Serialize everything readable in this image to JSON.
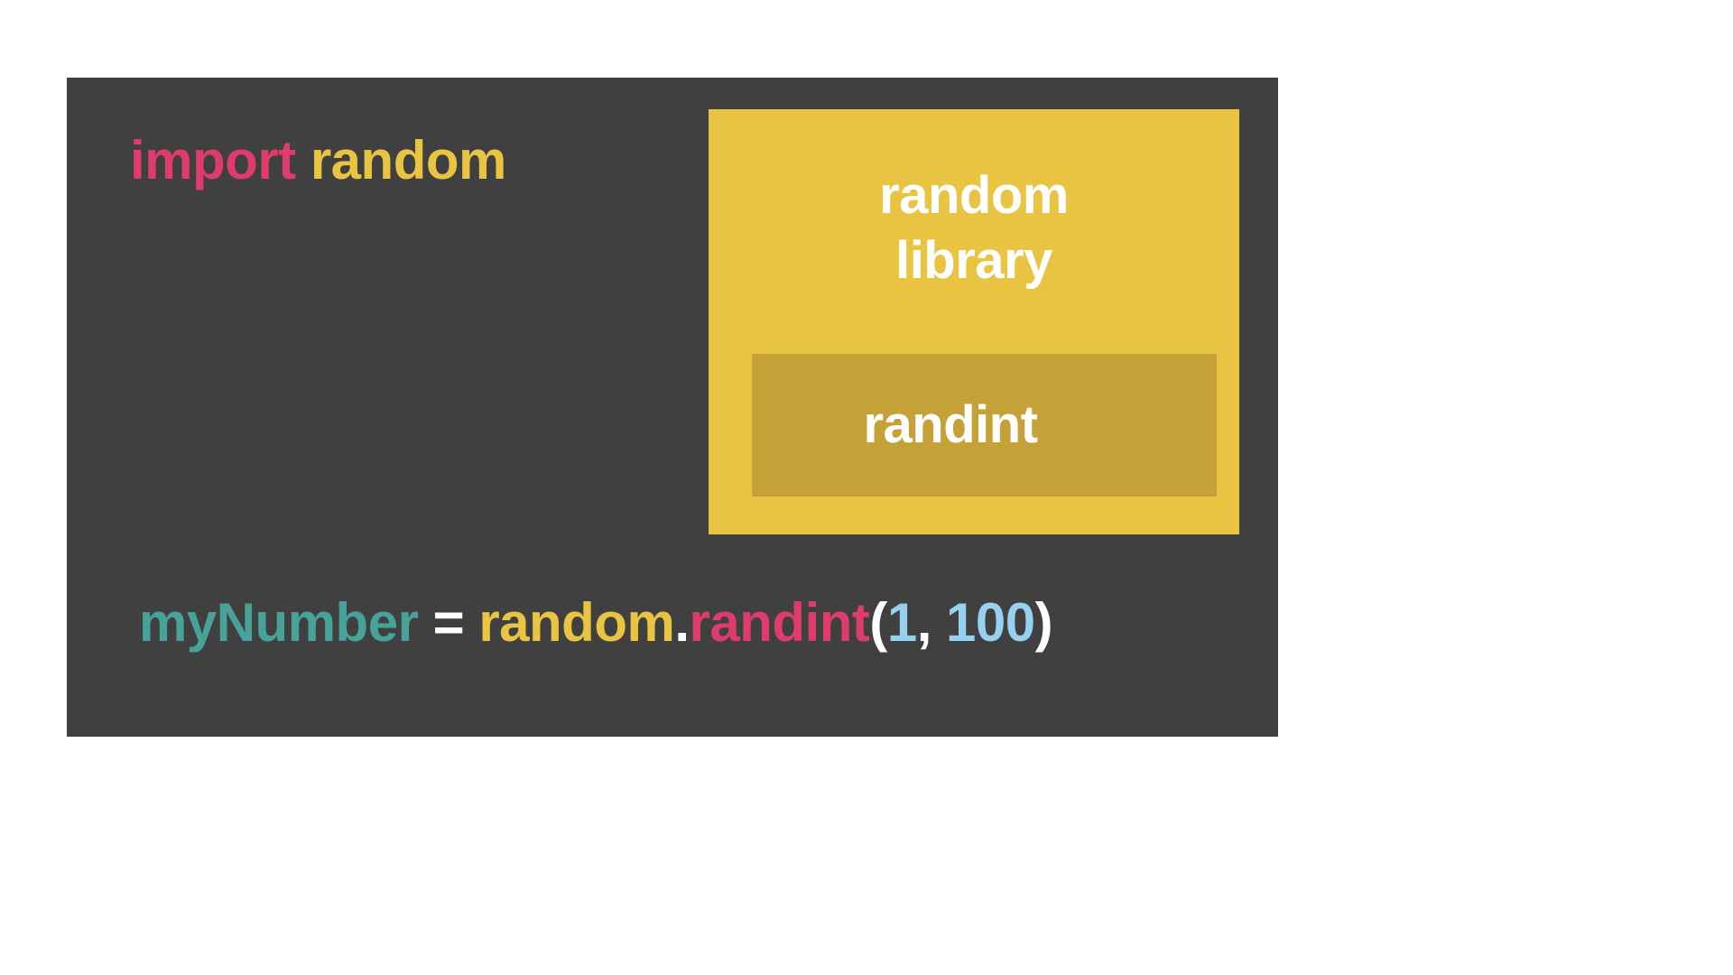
{
  "colors": {
    "panel_background": "#404040",
    "keyword": "#dd3c6c",
    "module": "#e9c442",
    "variable": "#47a39a",
    "number": "#96d1f0",
    "punctuation": "#ffffff",
    "library_box": "#e9c442",
    "function_box": "#c4a237"
  },
  "import_statement": {
    "keyword": "import",
    "module": "random"
  },
  "library_box": {
    "title_line1": "random",
    "title_line2": "library",
    "function_label": "randint"
  },
  "assignment": {
    "variable": "myNumber",
    "equals": " = ",
    "module": "random",
    "dot": ".",
    "function": "randint",
    "open_paren": "(",
    "arg1": "1",
    "comma": ", ",
    "arg2": "100",
    "close_paren": ")"
  }
}
